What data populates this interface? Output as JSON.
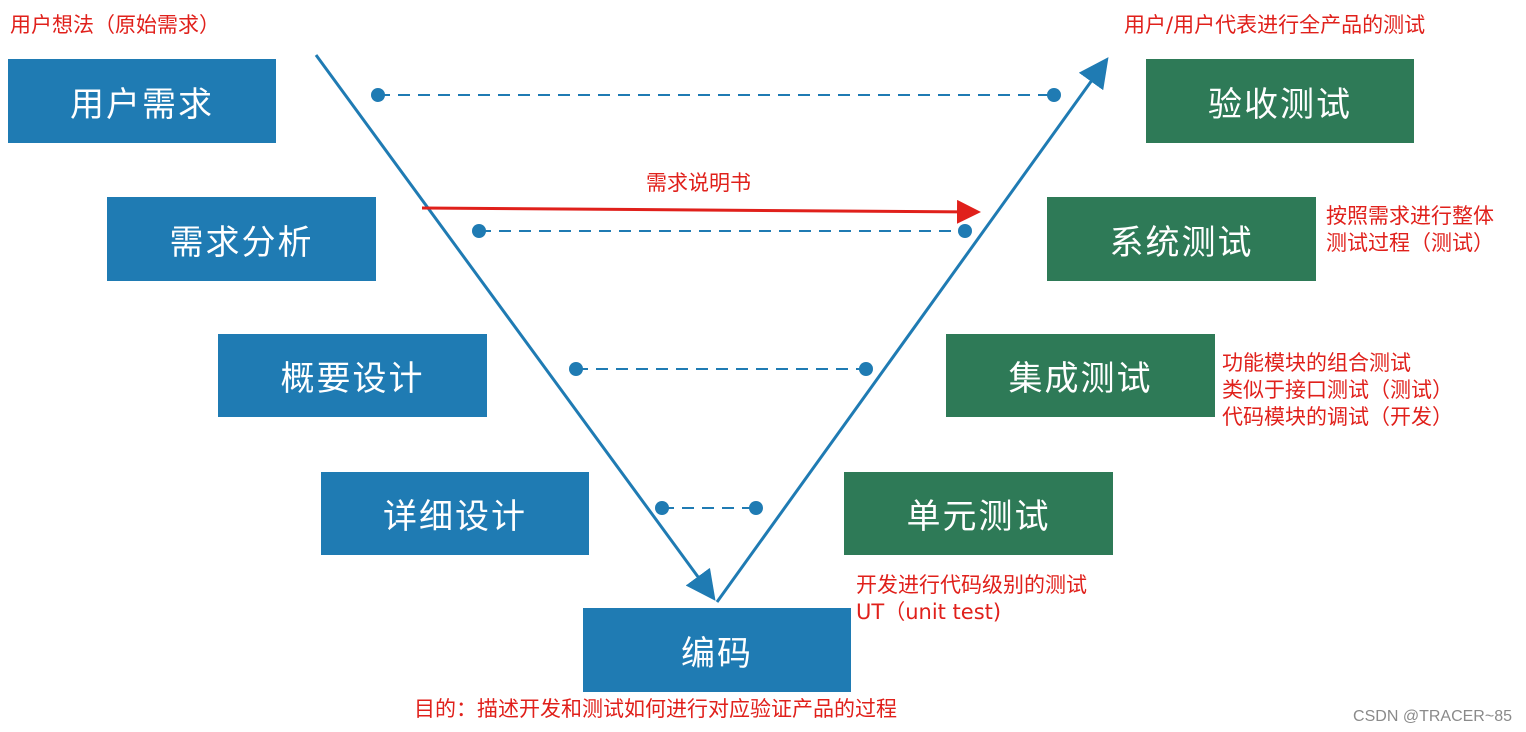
{
  "left_boxes": [
    {
      "label": "用户需求"
    },
    {
      "label": "需求分析"
    },
    {
      "label": "概要设计"
    },
    {
      "label": "详细设计"
    }
  ],
  "bottom_box": {
    "label": "编码"
  },
  "right_boxes": [
    {
      "label": "验收测试"
    },
    {
      "label": "系统测试"
    },
    {
      "label": "集成测试"
    },
    {
      "label": "单元测试"
    }
  ],
  "annotations": {
    "user_idea": "用户想法（原始需求）",
    "acceptance_note": "用户/用户代表进行全产品的测试",
    "spec_label": "需求说明书",
    "system_note": [
      "按照需求进行整体",
      "测试过程（测试）"
    ],
    "integration_note": [
      "功能模块的组合测试",
      "类似于接口测试（测试）",
      "代码模块的调试（开发）"
    ],
    "unit_note": [
      "开发进行代码级别的测试",
      "UT（unit test)"
    ],
    "purpose": "目的：描述开发和测试如何进行对应验证产品的过程"
  },
  "footer": "CSDN @TRACER~85",
  "colors": {
    "blue_box": "#1f7bb3",
    "green_box": "#2e7a57",
    "arrow": "#1f7bb3",
    "annotation_red": "#e0201b"
  }
}
